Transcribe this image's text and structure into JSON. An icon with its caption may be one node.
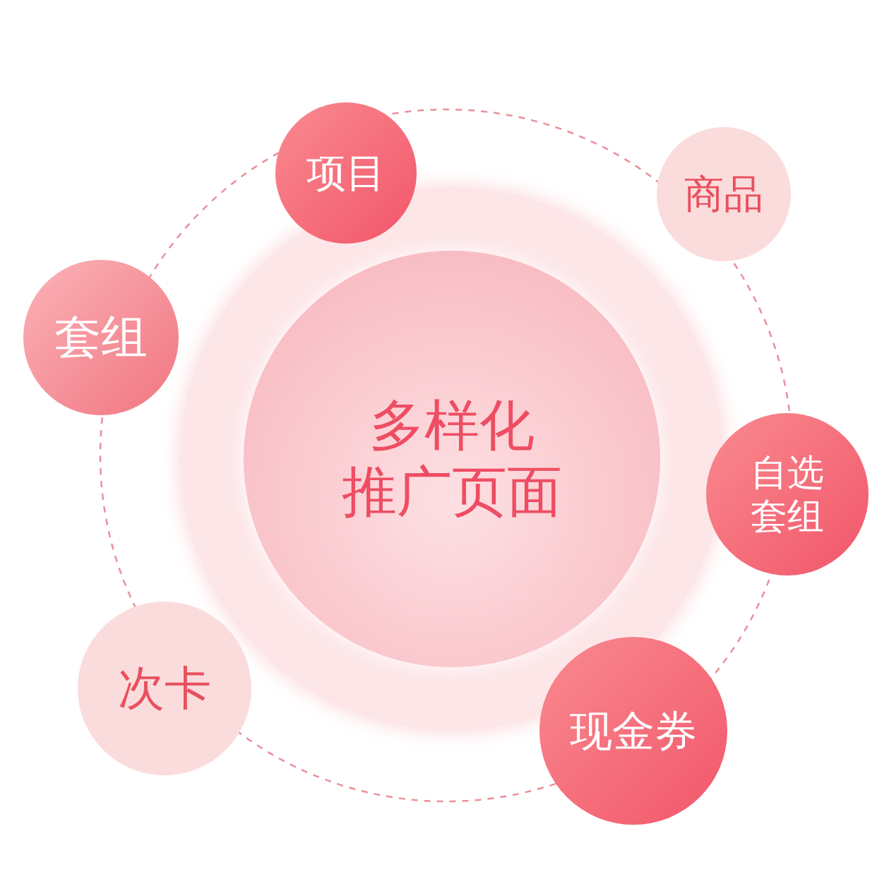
{
  "diagram": {
    "nodes": [
      {
        "text": [
          "多样化推广页面"
        ]
      },
      {
        "text": [
          "项目"
        ]
      },
      {
        "text": [
          "商品"
        ]
      },
      {
        "text": [
          "自选套组"
        ]
      },
      {
        "text": [
          "现金券"
        ]
      },
      {
        "text": [
          "次卡"
        ]
      },
      {
        "text": [
          "套组"
        ]
      }
    ]
  }
}
